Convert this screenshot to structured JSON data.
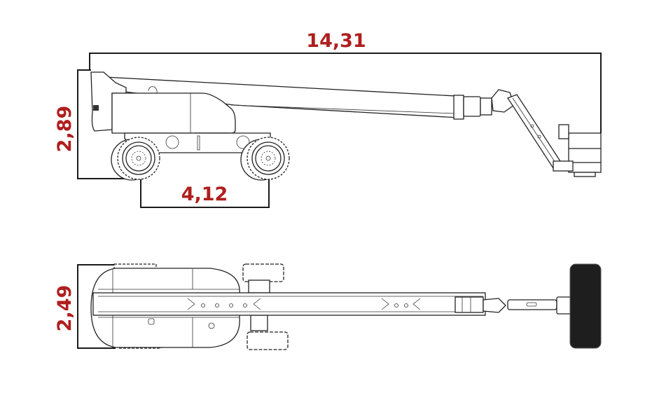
{
  "title": "Boom lift dimensions drawing",
  "dimensions": {
    "max_length": "14,31",
    "stowed_height": "2,89",
    "wheelbase": "4,12",
    "width": "2,49"
  },
  "colors": {
    "dimension_text": "#b01e1e",
    "lines": "#222222",
    "platform_top_view": "#1e1e1e"
  }
}
